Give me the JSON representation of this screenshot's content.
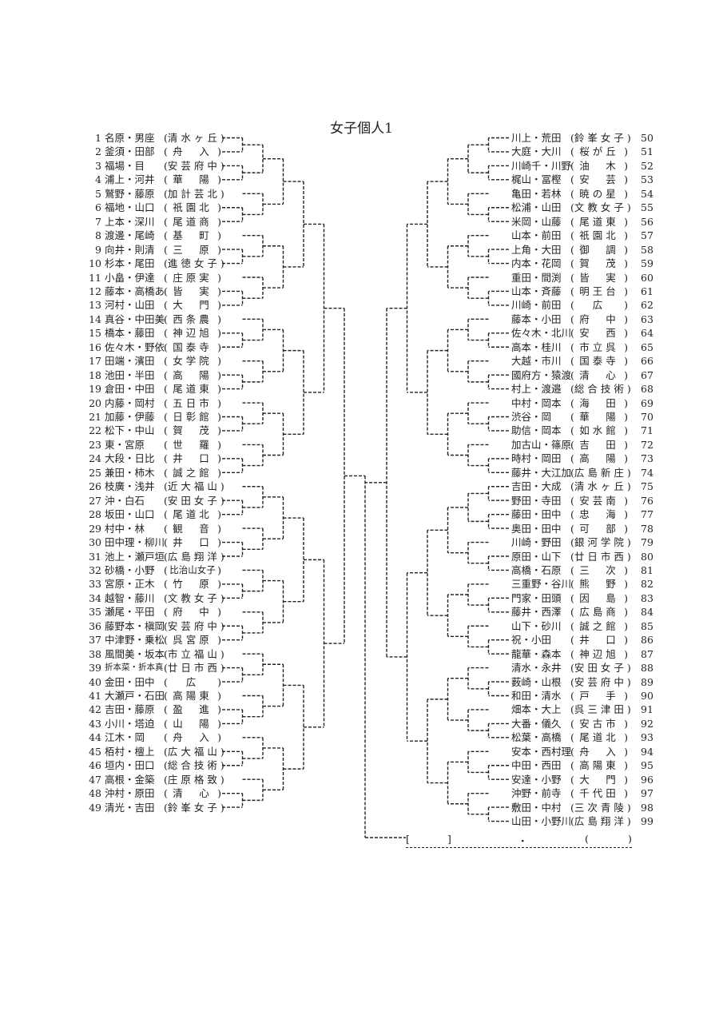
{
  "title": "女子個人1",
  "left": [
    {
      "num": "1",
      "name": "名原・男座",
      "school": "清水ヶ丘"
    },
    {
      "num": "2",
      "name": "釜須・田部",
      "school": "舟　入"
    },
    {
      "num": "3",
      "name": "福場・目",
      "school": "安芸府中"
    },
    {
      "num": "4",
      "name": "浦上・河井",
      "school": "華　陽"
    },
    {
      "num": "5",
      "name": "鷲野・藤原",
      "school": "加計芸北"
    },
    {
      "num": "6",
      "name": "福地・山口",
      "school": "祇園北"
    },
    {
      "num": "7",
      "name": "上本・深川",
      "school": "尾道商"
    },
    {
      "num": "8",
      "name": "渡邊・尾崎",
      "school": "基　町"
    },
    {
      "num": "9",
      "name": "向井・則清",
      "school": "三　原"
    },
    {
      "num": "10",
      "name": "杉本・尾田",
      "school": "進徳女子"
    },
    {
      "num": "11",
      "name": "小畠・伊達",
      "school": "庄原実"
    },
    {
      "num": "12",
      "name": "藤本・高橋あ",
      "school": "皆　実"
    },
    {
      "num": "13",
      "name": "河村・山田",
      "school": "大　門"
    },
    {
      "num": "14",
      "name": "真谷・中田美",
      "school": "西条農"
    },
    {
      "num": "15",
      "name": "橋本・藤田",
      "school": "神辺旭"
    },
    {
      "num": "16",
      "name": "佐々木・野依",
      "school": "国泰寺"
    },
    {
      "num": "17",
      "name": "田端・濱田",
      "school": "女学院"
    },
    {
      "num": "18",
      "name": "池田・半田",
      "school": "高　陽"
    },
    {
      "num": "19",
      "name": "倉田・中田",
      "school": "尾道東"
    },
    {
      "num": "20",
      "name": "内藤・岡村",
      "school": "五日市"
    },
    {
      "num": "21",
      "name": "加藤・伊藤",
      "school": "日彰館"
    },
    {
      "num": "22",
      "name": "松下・中山",
      "school": "賀　茂"
    },
    {
      "num": "23",
      "name": "東・宮原",
      "school": "世　羅"
    },
    {
      "num": "24",
      "name": "大段・日比",
      "school": "井　口"
    },
    {
      "num": "25",
      "name": "兼田・柿木",
      "school": "誠之館"
    },
    {
      "num": "26",
      "name": "枝廣・浅井",
      "school": "近大福山"
    },
    {
      "num": "27",
      "name": "沖・白石",
      "school": "安田女子"
    },
    {
      "num": "28",
      "name": "坂田・山口",
      "school": "尾道北"
    },
    {
      "num": "29",
      "name": "村中・林",
      "school": "観　音"
    },
    {
      "num": "30",
      "name": "田中理・柳川",
      "school": "井　口"
    },
    {
      "num": "31",
      "name": "池上・瀬戸垣",
      "school": "広島翔洋"
    },
    {
      "num": "32",
      "name": "砂橋・小野",
      "school": "比治山女子"
    },
    {
      "num": "33",
      "name": "宮原・正木",
      "school": "竹　原"
    },
    {
      "num": "34",
      "name": "越智・藤川",
      "school": "文教女子"
    },
    {
      "num": "35",
      "name": "瀬尾・平田",
      "school": "府　中"
    },
    {
      "num": "36",
      "name": "藤野本・槇岡",
      "school": "安芸府中"
    },
    {
      "num": "37",
      "name": "中津野・乗松",
      "school": "呉宮原"
    },
    {
      "num": "38",
      "name": "風間美・坂本",
      "school": "市立福山"
    },
    {
      "num": "39",
      "name": "折本菜・折本真",
      "school": "廿日市西"
    },
    {
      "num": "40",
      "name": "金田・田中",
      "school": "広"
    },
    {
      "num": "41",
      "name": "大瀬戸・石田",
      "school": "高陽東"
    },
    {
      "num": "42",
      "name": "吉田・藤原",
      "school": "盈　進"
    },
    {
      "num": "43",
      "name": "小川・塔迫",
      "school": "山　陽"
    },
    {
      "num": "44",
      "name": "江木・岡",
      "school": "舟　入"
    },
    {
      "num": "45",
      "name": "栢村・檀上",
      "school": "広大福山"
    },
    {
      "num": "46",
      "name": "垣内・田口",
      "school": "総合技術"
    },
    {
      "num": "47",
      "name": "高根・金築",
      "school": "庄原格致"
    },
    {
      "num": "48",
      "name": "沖村・原田",
      "school": "清　心"
    },
    {
      "num": "49",
      "name": "清光・吉田",
      "school": "鈴峯女子"
    }
  ],
  "right": [
    {
      "num": "50",
      "name": "川上・荒田",
      "school": "鈴峯女子"
    },
    {
      "num": "51",
      "name": "大庭・大川",
      "school": "桜が丘"
    },
    {
      "num": "52",
      "name": "川崎千・川野",
      "school": "油　木"
    },
    {
      "num": "53",
      "name": "梶山・冨樫",
      "school": "安　芸"
    },
    {
      "num": "54",
      "name": "亀田・若林",
      "school": "暁の星"
    },
    {
      "num": "55",
      "name": "松浦・山田",
      "school": "文教女子"
    },
    {
      "num": "56",
      "name": "米岡・山藤",
      "school": "尾道東"
    },
    {
      "num": "57",
      "name": "山本・前田",
      "school": "祇園北"
    },
    {
      "num": "58",
      "name": "上角・大田",
      "school": "御　調"
    },
    {
      "num": "59",
      "name": "内本・花岡",
      "school": "賀　茂"
    },
    {
      "num": "60",
      "name": "重田・間渕",
      "school": "皆　実"
    },
    {
      "num": "61",
      "name": "山本・斉藤",
      "school": "明王台"
    },
    {
      "num": "62",
      "name": "川崎・前田",
      "school": "広"
    },
    {
      "num": "63",
      "name": "藤本・小田",
      "school": "府　中"
    },
    {
      "num": "64",
      "name": "佐々木・北川",
      "school": "安　西"
    },
    {
      "num": "65",
      "name": "高本・桂川",
      "school": "市立呉"
    },
    {
      "num": "66",
      "name": "大越・市川",
      "school": "国泰寺"
    },
    {
      "num": "67",
      "name": "國府方・猿渡",
      "school": "清　心"
    },
    {
      "num": "68",
      "name": "村上・渡邉",
      "school": "総合技術"
    },
    {
      "num": "69",
      "name": "中村・岡本",
      "school": "海　田"
    },
    {
      "num": "70",
      "name": "渋谷・岡",
      "school": "華　陽"
    },
    {
      "num": "71",
      "name": "助信・岡本",
      "school": "如水館"
    },
    {
      "num": "72",
      "name": "加古山・篠原",
      "school": "吉　田"
    },
    {
      "num": "73",
      "name": "時村・岡田",
      "school": "高　陽"
    },
    {
      "num": "74",
      "name": "藤井・大江加",
      "school": "広島新庄"
    },
    {
      "num": "75",
      "name": "吉田・大成",
      "school": "清水ヶ丘"
    },
    {
      "num": "76",
      "name": "野田・寺田",
      "school": "安芸南"
    },
    {
      "num": "77",
      "name": "藤田・田中",
      "school": "忠　海"
    },
    {
      "num": "78",
      "name": "奥田・田中",
      "school": "可　部"
    },
    {
      "num": "79",
      "name": "川崎・野田",
      "school": "銀河学院"
    },
    {
      "num": "80",
      "name": "原田・山下",
      "school": "廿日市西"
    },
    {
      "num": "81",
      "name": "高橋・石原",
      "school": "三　次"
    },
    {
      "num": "82",
      "name": "三重野・谷川",
      "school": "熊　野"
    },
    {
      "num": "83",
      "name": "門家・田頭",
      "school": "因　島"
    },
    {
      "num": "84",
      "name": "藤井・西澤",
      "school": "広島商"
    },
    {
      "num": "85",
      "name": "山下・砂川",
      "school": "誠之館"
    },
    {
      "num": "86",
      "name": "祝・小田",
      "school": "井　口"
    },
    {
      "num": "87",
      "name": "龍華・森本",
      "school": "神辺旭"
    },
    {
      "num": "88",
      "name": "清水・永井",
      "school": "安田女子"
    },
    {
      "num": "89",
      "name": "薮崎・山根",
      "school": "安芸府中"
    },
    {
      "num": "90",
      "name": "和田・清水",
      "school": "戸　手"
    },
    {
      "num": "91",
      "name": "畑本・大上",
      "school": "呉三津田"
    },
    {
      "num": "92",
      "name": "大番・儀久",
      "school": "安古市"
    },
    {
      "num": "93",
      "name": "松葉・高橋",
      "school": "尾道北"
    },
    {
      "num": "94",
      "name": "安本・西村理",
      "school": "舟　入"
    },
    {
      "num": "95",
      "name": "中田・西田",
      "school": "高陽東"
    },
    {
      "num": "96",
      "name": "安達・小野",
      "school": "大　門"
    },
    {
      "num": "97",
      "name": "沖野・前寺",
      "school": "千代田"
    },
    {
      "num": "98",
      "name": "敷田・中村",
      "school": "三次青陵"
    },
    {
      "num": "99",
      "name": "山田・小野川",
      "school": "広島翔洋"
    }
  ],
  "final": {
    "open_bracket": "[",
    "close_bracket": "]",
    "dot": "・",
    "open_paren": "(",
    "close_paren": ")"
  },
  "paren_open": "(",
  "paren_close": ")"
}
